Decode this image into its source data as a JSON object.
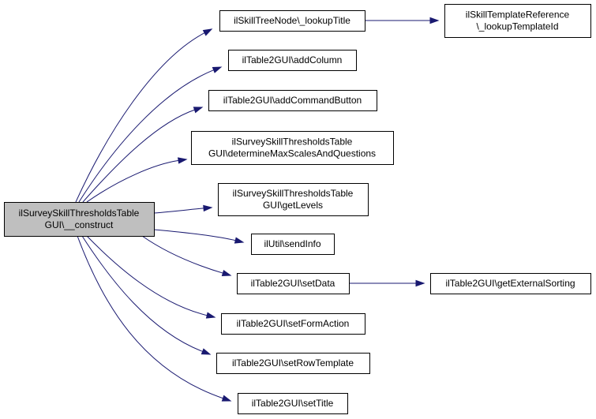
{
  "colors": {
    "edge": "#191970",
    "root_fill": "#bfbfbf",
    "node_fill": "#ffffff",
    "node_border": "#000000"
  },
  "nodes": [
    {
      "id": "root",
      "lines": [
        "ilSurveySkillThresholdsTable",
        "GUI\\__construct"
      ]
    },
    {
      "id": "lookup-title",
      "lines": [
        "ilSkillTreeNode\\_lookupTitle"
      ]
    },
    {
      "id": "lookup-template-id",
      "lines": [
        "ilSkillTemplateReference",
        "\\_lookupTemplateId"
      ]
    },
    {
      "id": "add-column",
      "lines": [
        "ilTable2GUI\\addColumn"
      ]
    },
    {
      "id": "add-command-button",
      "lines": [
        "ilTable2GUI\\addCommandButton"
      ]
    },
    {
      "id": "determine-max",
      "lines": [
        "ilSurveySkillThresholdsTable",
        "GUI\\determineMaxScalesAndQuestions"
      ]
    },
    {
      "id": "get-levels",
      "lines": [
        "ilSurveySkillThresholdsTable",
        "GUI\\getLevels"
      ]
    },
    {
      "id": "send-info",
      "lines": [
        "ilUtil\\sendInfo"
      ]
    },
    {
      "id": "set-data",
      "lines": [
        "ilTable2GUI\\setData"
      ]
    },
    {
      "id": "get-external-sorting",
      "lines": [
        "ilTable2GUI\\getExternalSorting"
      ]
    },
    {
      "id": "set-form-action",
      "lines": [
        "ilTable2GUI\\setFormAction"
      ]
    },
    {
      "id": "set-row-template",
      "lines": [
        "ilTable2GUI\\setRowTemplate"
      ]
    },
    {
      "id": "set-title",
      "lines": [
        "ilTable2GUI\\setTitle"
      ]
    }
  ],
  "edges": [
    {
      "from": "root",
      "to": "lookup-title"
    },
    {
      "from": "root",
      "to": "add-column"
    },
    {
      "from": "root",
      "to": "add-command-button"
    },
    {
      "from": "root",
      "to": "determine-max"
    },
    {
      "from": "root",
      "to": "get-levels"
    },
    {
      "from": "root",
      "to": "send-info"
    },
    {
      "from": "root",
      "to": "set-data"
    },
    {
      "from": "root",
      "to": "set-form-action"
    },
    {
      "from": "root",
      "to": "set-row-template"
    },
    {
      "from": "root",
      "to": "set-title"
    },
    {
      "from": "lookup-title",
      "to": "lookup-template-id"
    },
    {
      "from": "set-data",
      "to": "get-external-sorting"
    }
  ]
}
